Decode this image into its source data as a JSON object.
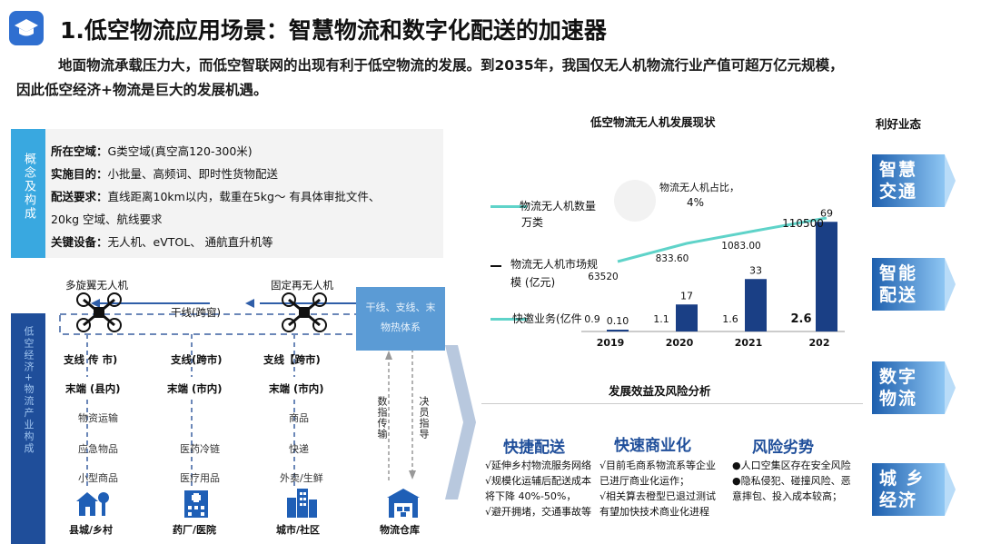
{
  "header": {
    "title": "1.低空物流应用场景：智慧物流和数字化配送的加速器",
    "intro_line1": "地面物流承载压力大，而低空智联网的出现有利于低空物流的发展。到2035年，我国仅无人机物流行业产值可超万亿元规模，",
    "intro_line2": "因此低空经济+物流是巨大的发展机遇。"
  },
  "concept": {
    "tab_label": "概念及构成",
    "rows": [
      {
        "key": "所在空域：",
        "value": "G类空域(真空高120-300米)"
      },
      {
        "key": "实施目的：",
        "value": "小批量、高频词、即时性货物配送"
      },
      {
        "key": "配送要求：",
        "value": "直线距离10km以内，载重在5kg～      有具体审批文件、"
      },
      {
        "key": "",
        "value": "20kg 空域、航线要求"
      },
      {
        "key": "关键设备：",
        "value": "无人机、eVTOL、 通航直升机等"
      }
    ]
  },
  "side_tab_label": "低空经济+物流产业构成",
  "diagram": {
    "drone_left": "多旋翼无人机",
    "drone_right": "固定再无人机",
    "trunk": "干线(跨窗)",
    "banner": [
      "干线、支线、末",
      "物热体系"
    ],
    "branch": [
      "支线 传 市)",
      "支线(跨市)",
      "支线【跨市)"
    ],
    "end": [
      "末端  (县内)",
      "末端  (市内)",
      "末端  (市内)"
    ],
    "goods": [
      [
        "物资运输",
        "应急物品",
        "小型商品"
      ],
      [
        "医药冷链",
        "医疗用品"
      ],
      [
        "商品",
        "快递",
        "外卖/生鲜"
      ]
    ],
    "data_label": "数指传输",
    "decision_label": "决员指导",
    "places": [
      "县城/乡村",
      "药厂/医院",
      "城市/社区",
      "物流仓库"
    ]
  },
  "chart": {
    "title": "低空物流无人机发展现状",
    "legend_count": "物流无人机数量",
    "legend_count_unit": "万类",
    "legend_market": "物流无人机市场规",
    "legend_market_unit": "模 (亿元)",
    "legend_express": "快邀业务(亿件",
    "share_label": "物流无人机占比，",
    "share_value": "4%"
  },
  "chart_data": {
    "type": "bar",
    "categories": [
      "2019",
      "2020",
      "2021",
      "202"
    ],
    "series": [
      {
        "name": "物流无人机数量",
        "values": [
          0.9,
          1.1,
          1.6,
          2.6
        ]
      },
      {
        "name": "物流无人机市场规",
        "values": [
          0.1,
          17,
          33,
          69
        ]
      },
      {
        "name": "快邀业务(亿件",
        "values": [
          63520,
          833.6,
          1083.0,
          110500
        ]
      }
    ],
    "labels": {
      "count": [
        "0.9",
        "1.1",
        "1.6",
        "2.6"
      ],
      "market": [
        "0.10",
        "17",
        "33",
        "69"
      ],
      "line": [
        "63520",
        "833.60",
        "1083.00",
        "110500"
      ]
    }
  },
  "benefits": {
    "title": "发展效益及风险分析",
    "cols": [
      {
        "head": "快捷配送",
        "lines": [
          "√延伸乡村物流服务网络",
          "√规模化运辅后配送成本",
          "   将下降 40%-50%，",
          "√避开拥堵，交通事故等"
        ]
      },
      {
        "head": "快速商业化",
        "lines": [
          "√目前毛商系物流系等企业",
          "   已进厅商业化运作；",
          "√相关算去橙型已退过测试",
          "   有望加快技术商业化进程"
        ]
      },
      {
        "head": "风险劣势",
        "lines": [
          "●人口空集区存在安全风险",
          "●隐私侵犯、碰撞风险、恶",
          "   意摔包、投入成本较高；"
        ]
      }
    ]
  },
  "right": {
    "title": "利好业态",
    "items": [
      [
        "智慧",
        "交通"
      ],
      [
        "智能",
        "配送"
      ],
      [
        "数字",
        "物流"
      ],
      [
        "城 乡",
        "经济"
      ]
    ]
  },
  "colors": {
    "accent": "#1f4e9a",
    "light_blue": "#39a8e0",
    "teal": "#5fd3c9"
  }
}
